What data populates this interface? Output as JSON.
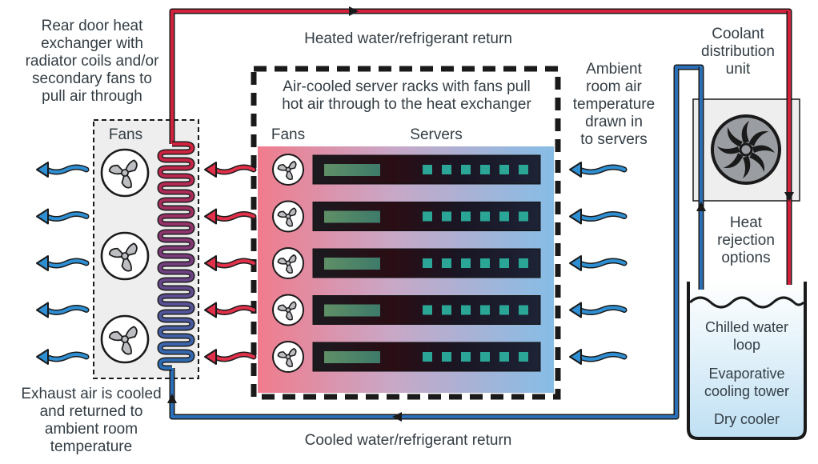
{
  "labels": {
    "rear_door": "Rear door heat\nexchanger with\nradiator coils and/or\nsecondary fans to\npull air through",
    "heated_return": "Heated water/refrigerant return",
    "coolant_unit": "Coolant\ndistribution\nunit",
    "racks_title": "Air-cooled server racks with fans pull\nhot air through to the heat exchanger",
    "ambient_air": "Ambient\nroom air\ntemperature\ndrawn in\nto servers",
    "fans_exchanger": "Fans",
    "fans_rack": "Fans",
    "servers": "Servers",
    "heat_rejection": "Heat\nrejection\noptions",
    "exhaust_air": "Exhaust air is cooled\nand returned to\nambient room\ntemperature",
    "cooled_return": "Cooled water/refrigerant return",
    "chilled_loop": "Chilled water\nloop",
    "evaporative": "Evaporative\ncooling tower",
    "dry_cooler": "Dry cooler"
  },
  "colors": {
    "hot": "#d4213d",
    "cold": "#2a6fb7",
    "hot_air": "#e0304a",
    "cold_air": "#2f8fd3",
    "text": "#333d44",
    "led": "#2aa596"
  },
  "icons": [
    "fan-icon",
    "centrifugal-fan-icon",
    "water-wave-icon",
    "arrow-icon"
  ],
  "server_count": 5,
  "leds_per_server": 6
}
